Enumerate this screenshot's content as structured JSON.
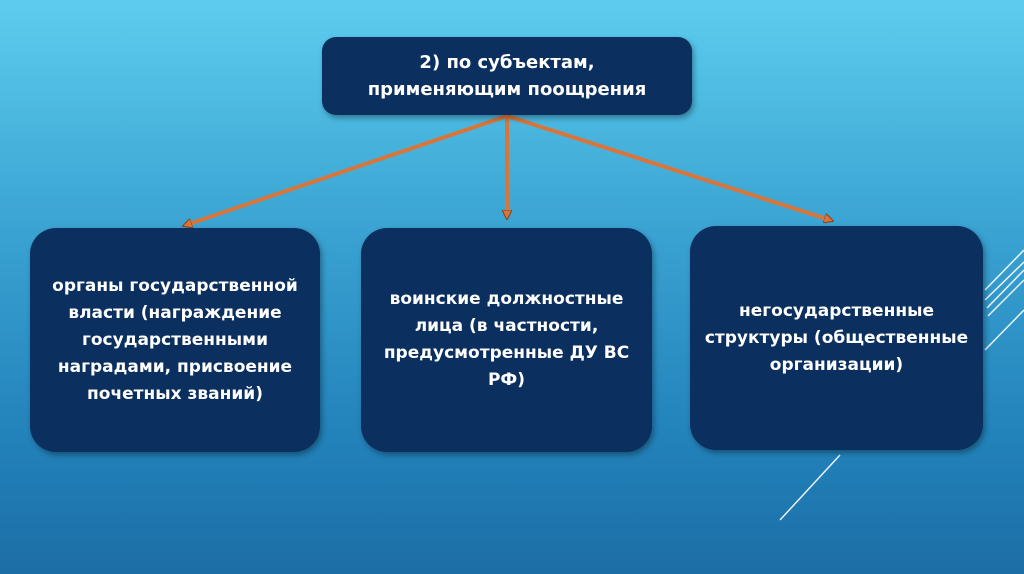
{
  "top": {
    "line1": "2) по субъектам,",
    "line2": "применяющим поощрения"
  },
  "boxes": [
    {
      "text": "органы государственной власти (награждение государственными наградами, присвоение почетных званий)"
    },
    {
      "text": "воинские должностные лица (в частности, предусмотренные ДУ ВС РФ)"
    },
    {
      "text": "негосударственные структуры (общественные организации)"
    }
  ],
  "colors": {
    "box": "#0b2f5e",
    "arrow": "#d9753a"
  }
}
